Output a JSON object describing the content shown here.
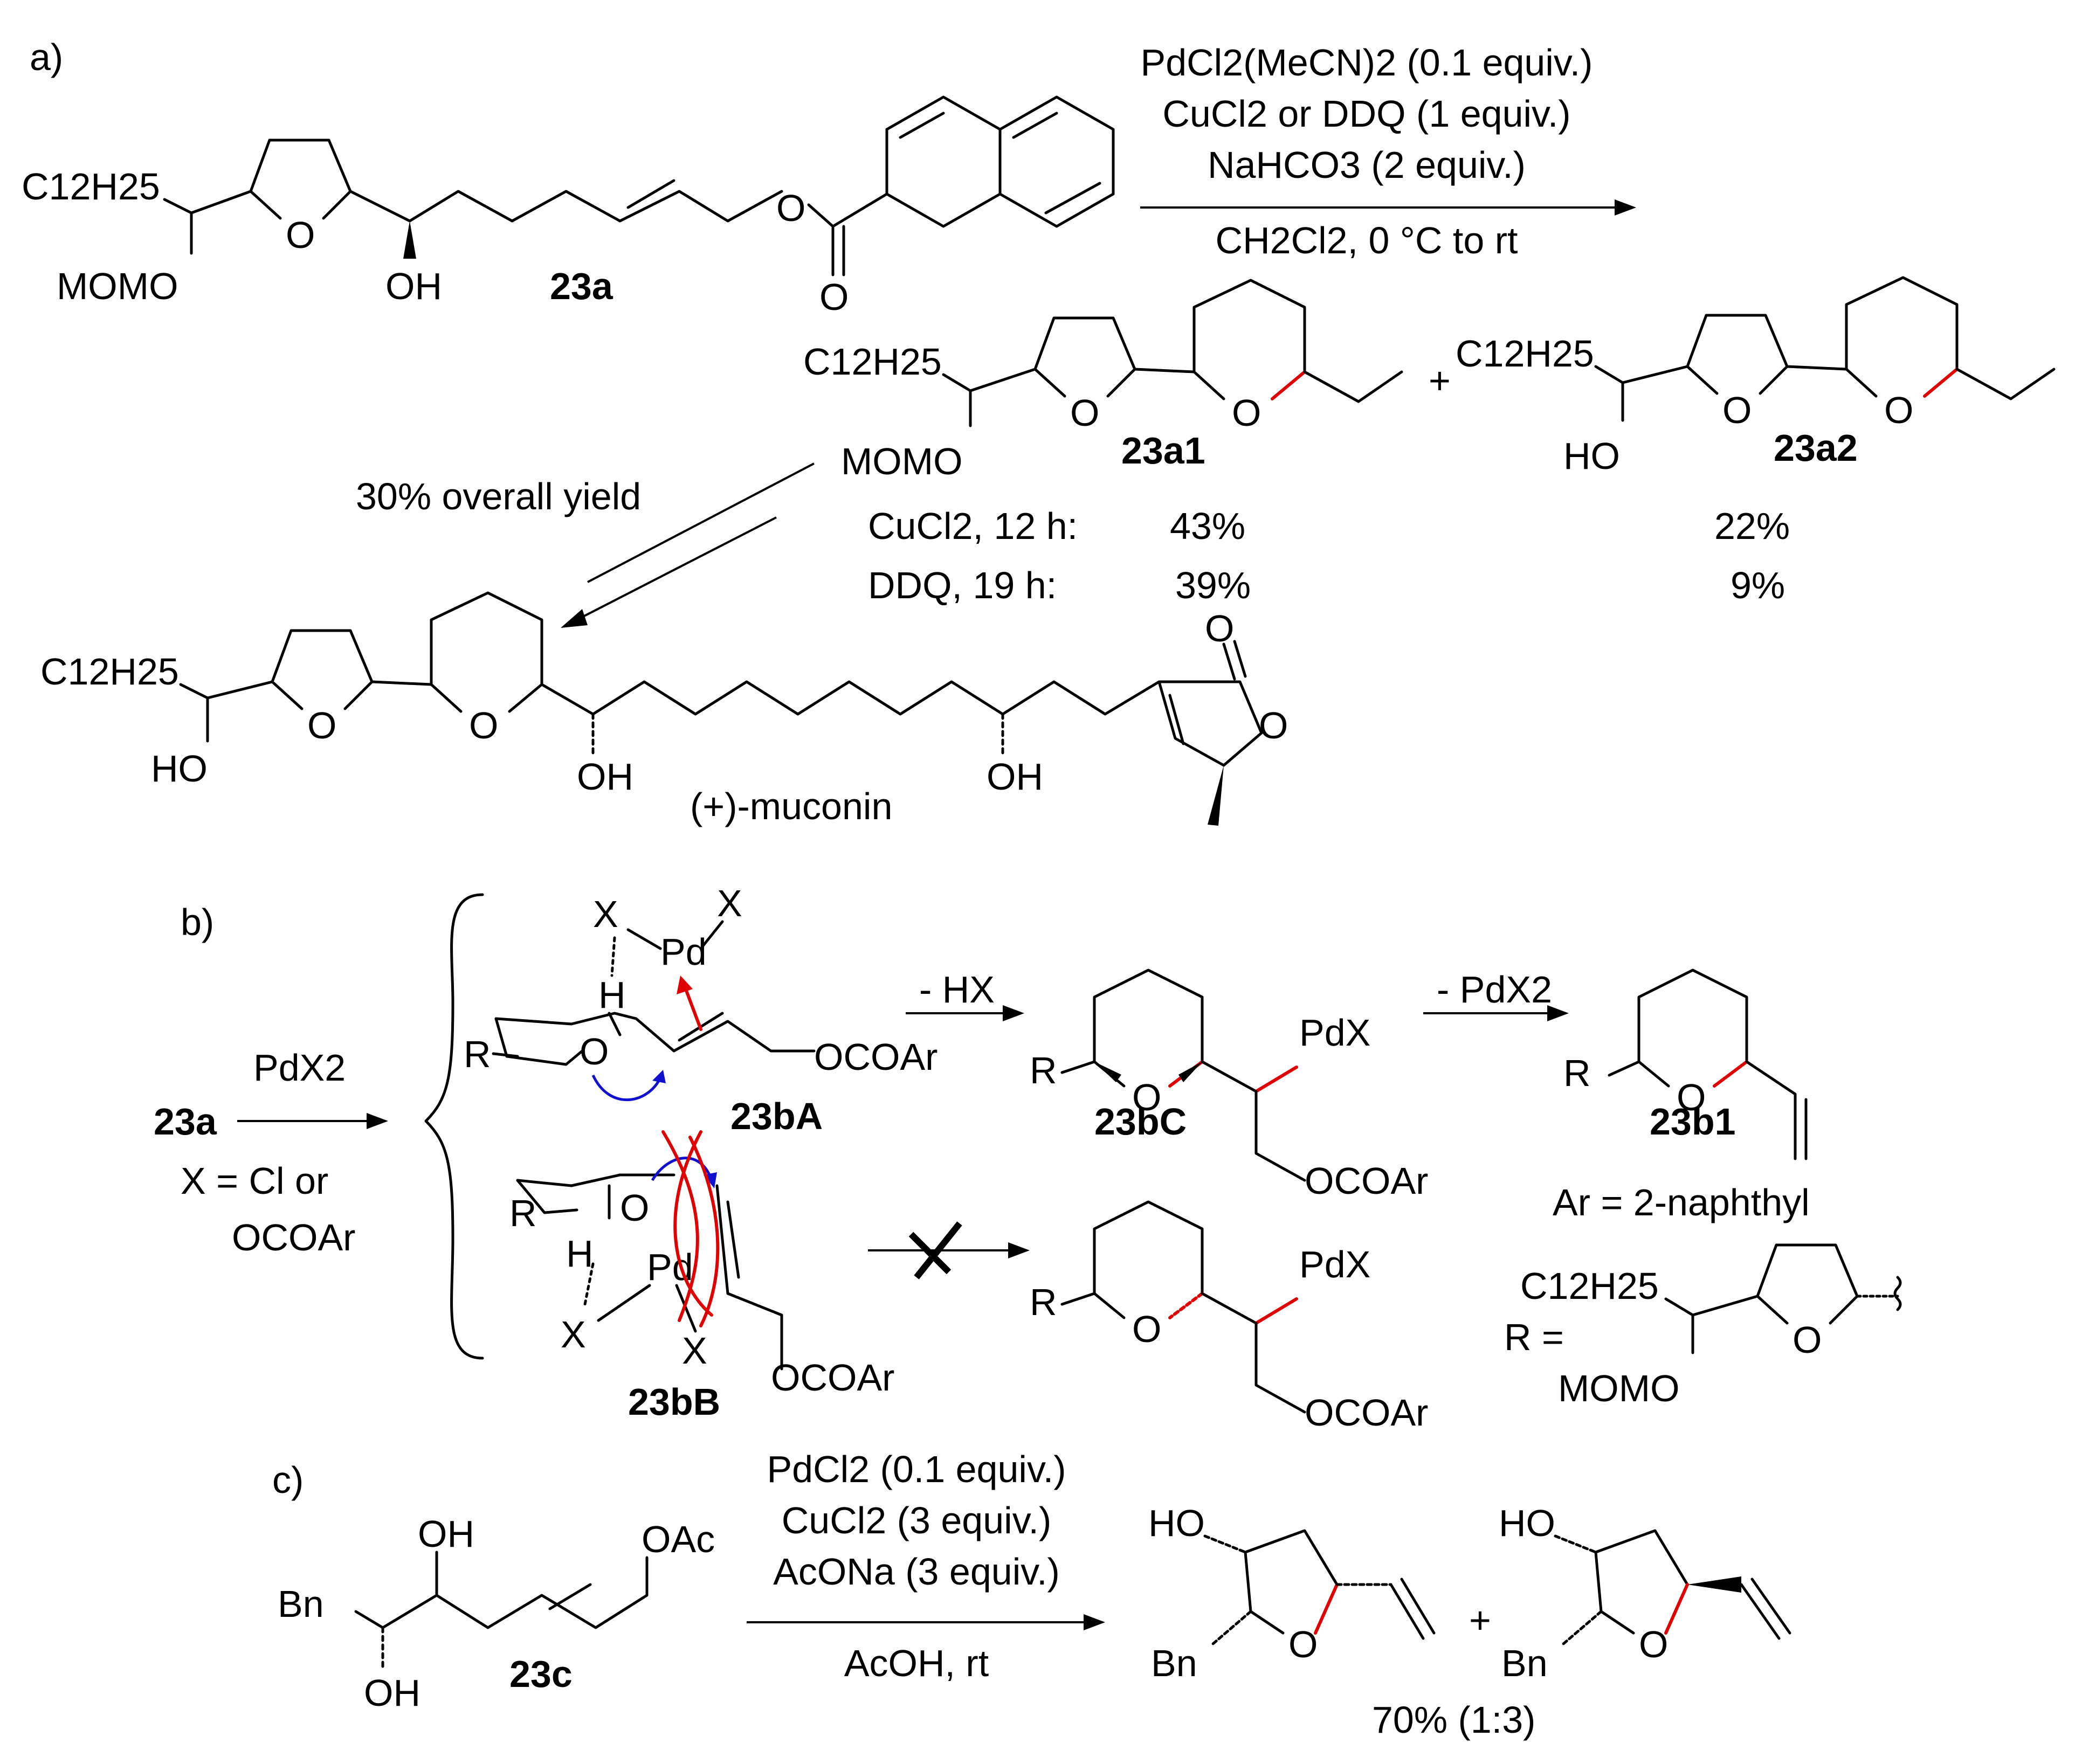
{
  "panel_labels": {
    "a": "a)",
    "b": "b)",
    "c": "c)"
  },
  "compounds": {
    "c23a": "23a",
    "c23a1": "23a1",
    "c23a2": "23a2",
    "c23bA": "23bA",
    "c23bB": "23bB",
    "c23bC": "23bC",
    "c23b1": "23b1",
    "c23c": "23c",
    "muconin": "(+)-muconin"
  },
  "atoms": {
    "O": "O",
    "OH": "OH",
    "HO": "HO",
    "MOMO": "MOMO",
    "R": "R",
    "X": "X",
    "H": "H",
    "Pd": "Pd",
    "PdX": "PdX",
    "OCOAr": "OCOAr",
    "OAc": "OAc",
    "Bn": "Bn",
    "C12H25": "C12H25"
  },
  "conditions_a": {
    "line1": "PdCl2(MeCN)2 (0.1 equiv.)",
    "line2": "CuCl2 or DDQ (1 equiv.)",
    "line3": "NaHCO3 (2 equiv.)",
    "line4": "CH2Cl2, 0 °C to rt"
  },
  "yields_a": {
    "cucl2_label": "CuCl2, 12 h:",
    "cucl2_23a1": "43%",
    "cucl2_23a2": "22%",
    "ddq_label": "DDQ, 19 h:",
    "ddq_23a1": "39%",
    "ddq_23a2": "9%",
    "overall": "30% overall yield",
    "plus": "+"
  },
  "panel_b": {
    "reagent": "PdX2",
    "x_def_1": "X = Cl or",
    "x_def_2": "OCOAr",
    "minus_hx": "- HX",
    "minus_pdx2": "- PdX2",
    "ar_def": "Ar = 2-naphthyl",
    "r_def": "R ="
  },
  "conditions_c": {
    "line1": "PdCl2 (0.1 equiv.)",
    "line2": "CuCl2 (3 equiv.)",
    "line3": "AcONa (3 equiv.)",
    "line4": "AcOH, rt",
    "yield": "70% (1:3)",
    "plus": "+"
  }
}
